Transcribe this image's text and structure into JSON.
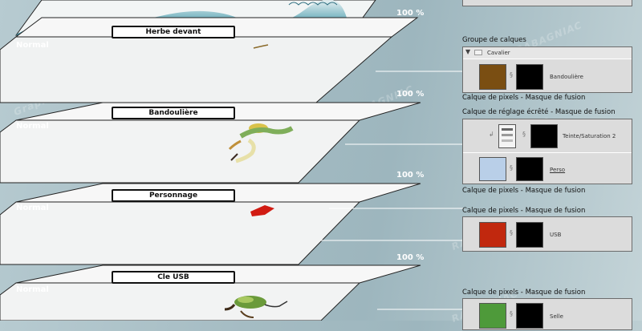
{
  "watermark": {
    "brand": "RABAGNIAC",
    "suffix": "Graphism"
  },
  "layers": [
    {
      "name": "Herbe devant",
      "opacity": "100 %",
      "blend": "Normal"
    },
    {
      "name": "Bandoulière",
      "opacity": "100 %",
      "blend": "Normal"
    },
    {
      "name": "Personnage",
      "opacity": "100 %",
      "blend": "Normal"
    },
    {
      "name": "Cle USB",
      "opacity": "100 %",
      "blend": "Normal"
    }
  ],
  "panel": {
    "group_caption": "Groupe de calques",
    "group_name": "Cavalier",
    "bandouliere": {
      "caption": "Calque de pixels - Masque de fusion",
      "name": "Bandoulière",
      "color": "#7a4e12"
    },
    "adjust": {
      "caption": "Calque de réglage écrêté - Masque de fusion",
      "name": "Teinte/Saturation 2"
    },
    "perso": {
      "caption": "Calque de pixels - Masque de fusion",
      "name": "Perso",
      "color": "#b9cfe8"
    },
    "usb": {
      "caption": "Calque de pixels - Masque de fusion",
      "name": "USB",
      "color": "#c1280e"
    },
    "selle": {
      "caption": "Calque de pixels - Masque de fusion",
      "name": "Selle",
      "color": "#4e9a3a"
    }
  }
}
